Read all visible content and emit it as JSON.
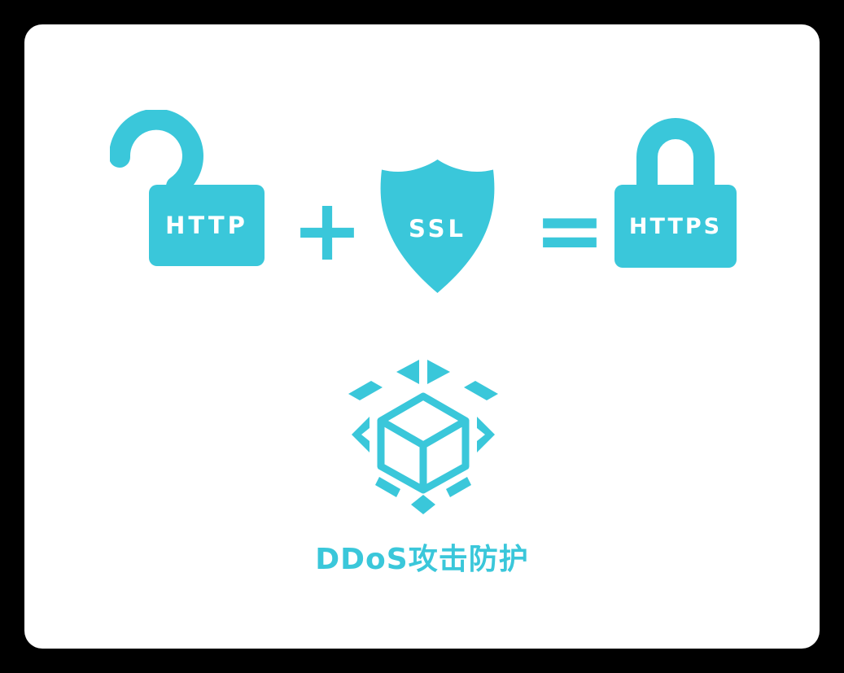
{
  "page": {
    "background": "#000000",
    "card_background": "#ffffff",
    "accent": "#3ac7da"
  },
  "equation": {
    "http": {
      "label": "HTTP",
      "icon": "open-padlock-icon"
    },
    "plus": "+",
    "ssl": {
      "label": "SSL",
      "icon": "shield-icon"
    },
    "equals": "=",
    "https": {
      "label": "HTTPS",
      "icon": "closed-padlock-icon"
    }
  },
  "protection": {
    "icon": "ddos-cube-icon",
    "label": "DDoS攻击防护"
  }
}
